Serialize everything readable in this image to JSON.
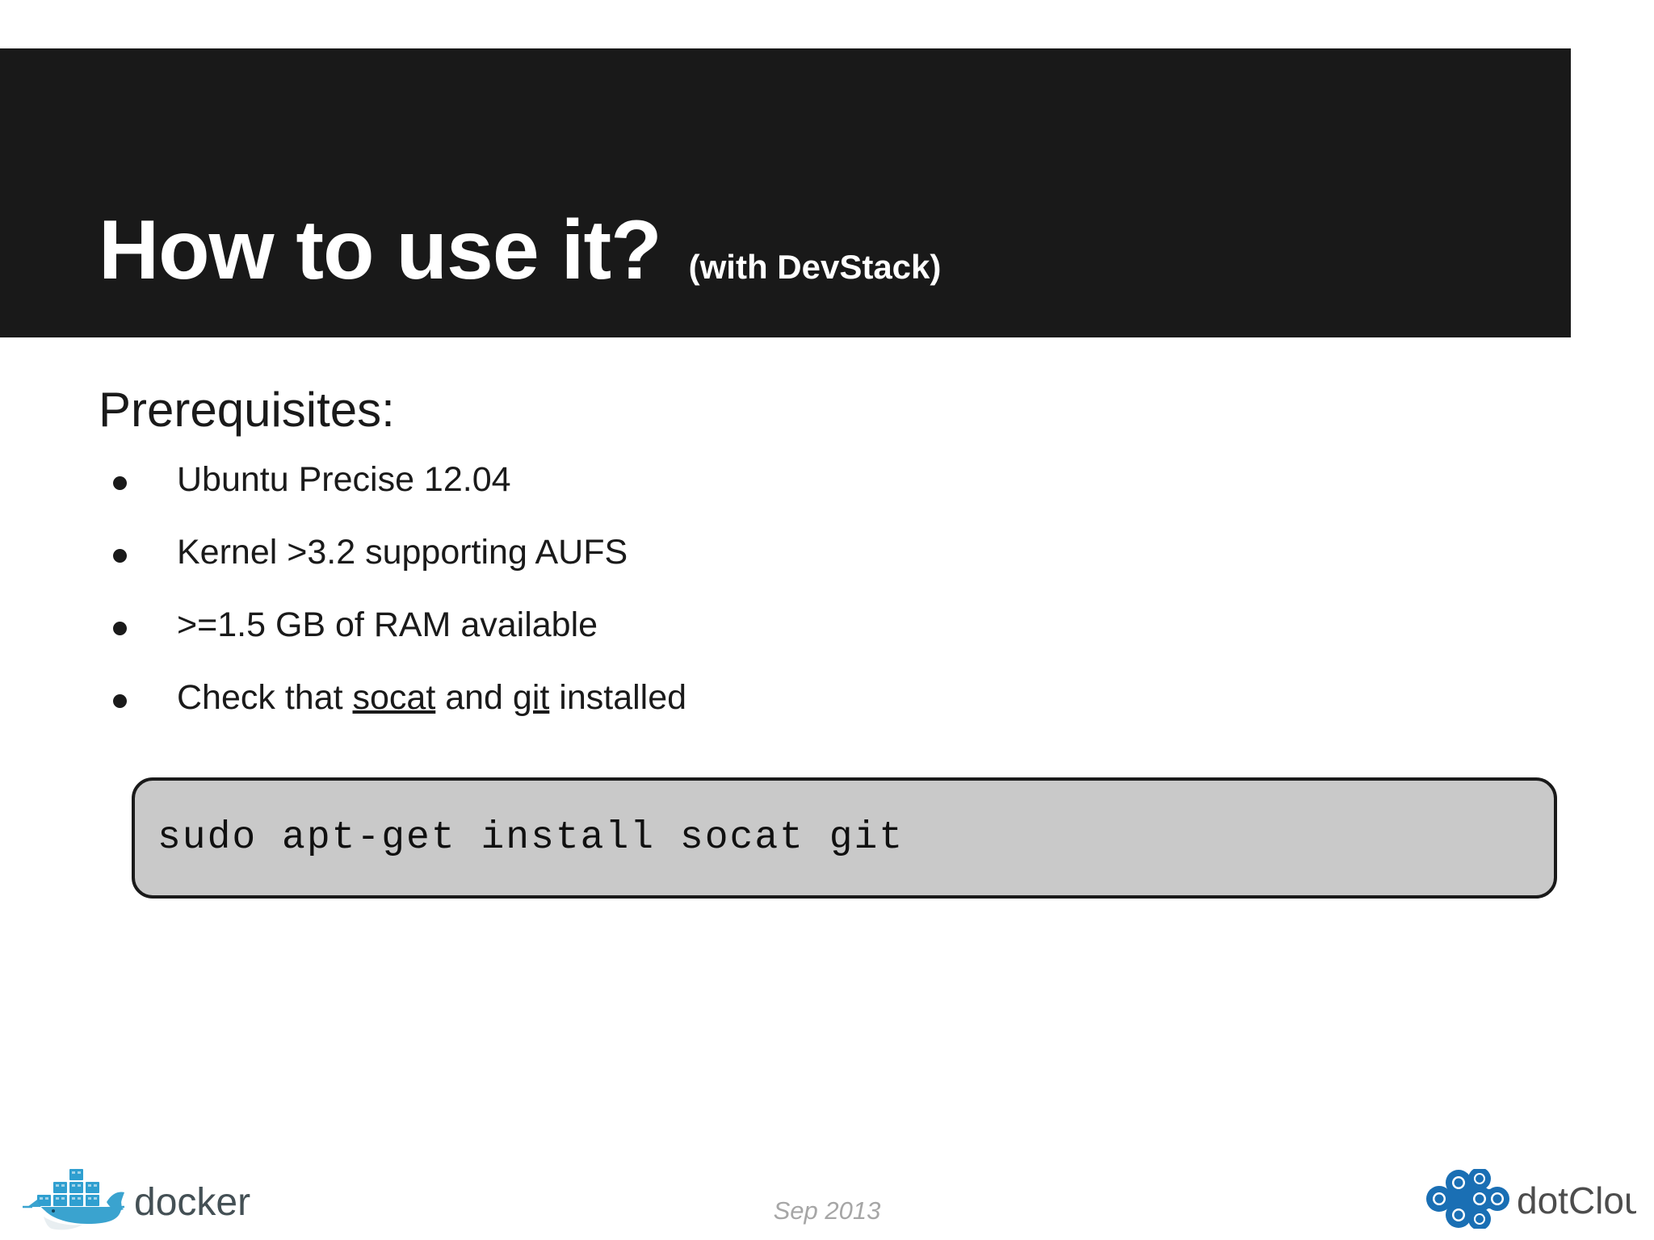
{
  "slide": {
    "title": "How to use it?",
    "subtitle": "(with DevStack)",
    "title_bar_bg": "#191919",
    "heading": "Prerequisites:",
    "bullets": [
      {
        "id": "ubuntu-precise",
        "text": "Ubuntu Precise 12.04"
      },
      {
        "id": "kernel-aufs",
        "text": "Kernel >3.2 supporting AUFS"
      },
      {
        "id": "ram",
        "text": ">=1.5 GB of RAM available"
      },
      {
        "id": "socat-git",
        "prefix": "Check that ",
        "link1": "socat",
        "middle": " and ",
        "link2": "git",
        "suffix": " installed"
      }
    ],
    "code": {
      "command": "sudo apt-get install socat git",
      "bg": "#c9c9c9",
      "border": "#1a1a1a"
    }
  },
  "footer": {
    "date": "Sep 2013",
    "date_color": "#a6a6a6",
    "docker_logo_text": "docker",
    "docker_logo_blue": "#2496ed",
    "docker_logo_text_color": "#445055",
    "dotcloud_logo_text": "dotCloud",
    "dotcloud_logo_blue": "#1a6fb4",
    "dotcloud_logo_text_color": "#4d4d4d"
  }
}
